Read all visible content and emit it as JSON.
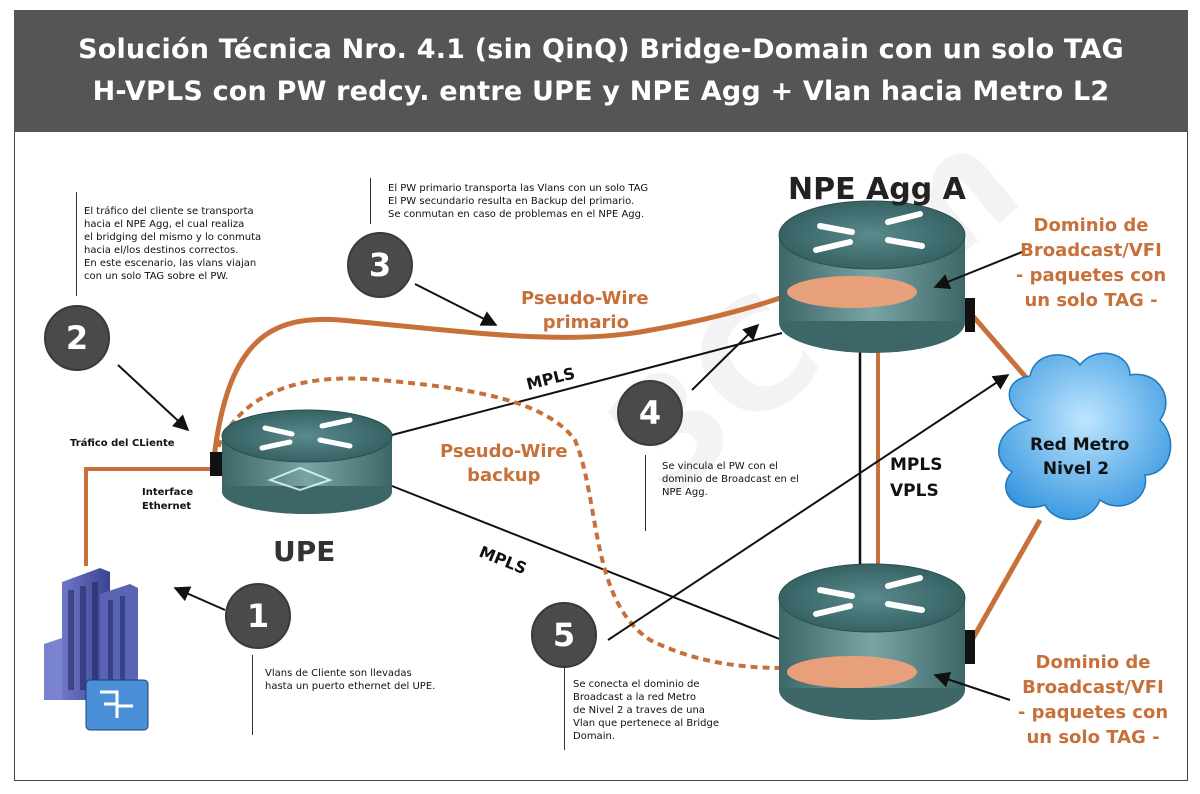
{
  "header": {
    "title_line1": "Solución Técnica Nro. 4.1 (sin QinQ) Bridge-Domain con un solo TAG",
    "title_line2": "H-VPLS con PW redcy. entre UPE y NPE Agg + Vlan hacia Metro L2"
  },
  "steps": [
    {
      "number": "1",
      "lines": [
        "Vlans de Cliente son llevadas",
        "hasta un puerto ethernet del UPE."
      ]
    },
    {
      "number": "2",
      "lines": [
        "El tráfico del cliente se transporta",
        "hacia el NPE Agg, el cual realiza",
        "el bridging del mismo y lo conmuta",
        "hacia el/los destinos correctos.",
        "En este escenario, las vlans viajan",
        "con un solo TAG sobre el PW."
      ]
    },
    {
      "number": "3",
      "lines": [
        "El PW primario transporta las Vlans con un solo TAG",
        "El PW secundario resulta en Backup del primario.",
        "Se conmutan en caso de problemas en el NPE Agg."
      ]
    },
    {
      "number": "4",
      "lines": [
        "Se vincula el PW con el",
        "dominio de Broadcast en el",
        "NPE Agg."
      ]
    },
    {
      "number": "5",
      "lines": [
        "Se conecta el dominio de",
        "Broadcast a la red Metro",
        "de Nivel 2 a traves de una",
        "Vlan que pertenece al Bridge",
        "Domain."
      ]
    }
  ],
  "labels": {
    "upe": "UPE",
    "npe_agg_a": "NPE Agg A",
    "trafico_cliente": "Tráfico del CLiente",
    "interface_line1": "Interface",
    "interface_line2": "Ethernet",
    "pw_primario_line1": "Pseudo-Wire",
    "pw_primario_line2": "primario",
    "pw_backup_line1": "Pseudo-Wire",
    "pw_backup_line2": "backup",
    "mpls_top": "MPLS",
    "mpls_bottom": "MPLS",
    "mpls_vpls_line1": "MPLS",
    "mpls_vpls_line2": "VPLS",
    "red_metro_line1": "Red Metro",
    "red_metro_line2": "Nivel 2",
    "dominio_top": [
      "Dominio de",
      "Broadcast/VFI",
      "- paquetes con",
      "un solo TAG -"
    ],
    "dominio_bottom": [
      "Dominio de",
      "Broadcast/VFI",
      "- paquetes con",
      "un solo TAG -"
    ]
  },
  "colors": {
    "header_bg": "#555555",
    "pseudowire": "#c8703a",
    "router_body": "#5e8a8a",
    "router_top": "#3f6d70",
    "cloud": "#3b9fe3",
    "step_circle": "#4a4a4a"
  }
}
